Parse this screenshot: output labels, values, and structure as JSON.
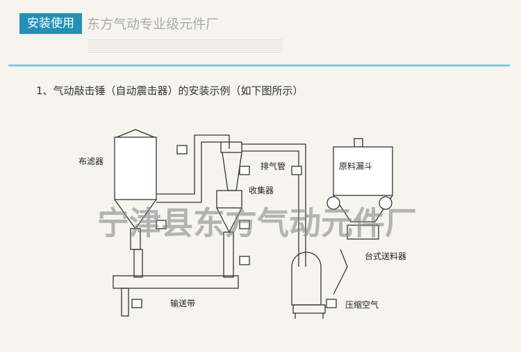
{
  "header": {
    "badge": "安装使用",
    "brand": "东方气动专业级元件厂"
  },
  "heading": "1、气动敲击锤（自动震击器）的安装示例（如下图所示）",
  "diagram": {
    "labels": {
      "bag_filter": "布滤器",
      "exhaust_pipe": "排气管",
      "raw_hopper": "原料漏斗",
      "collector": "收集器",
      "table_feeder": "台式送料器",
      "conveyor": "输送带",
      "compressed_air": "压缩空气"
    },
    "watermark": "宁津县东方气动元件厂"
  }
}
